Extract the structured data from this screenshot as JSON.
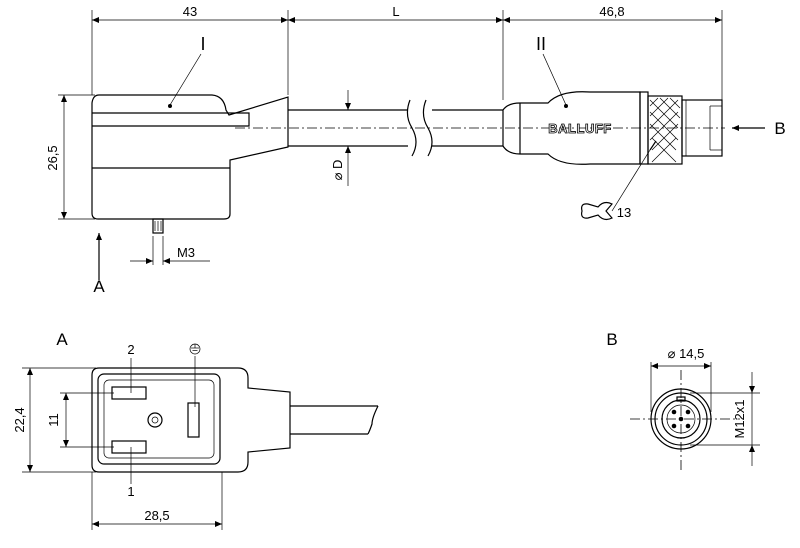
{
  "dimensions": {
    "dim_43": "43",
    "dim_L": "L",
    "dim_46_8": "46,8",
    "dim_26_5": "26,5",
    "dim_D": "⌀ D",
    "dim_M3": "M3",
    "dim_22_4": "22,4",
    "dim_11": "11",
    "dim_28_5": "28,5",
    "dim_14_5": "⌀ 14,5",
    "dim_M12x1": "M12x1"
  },
  "labels": {
    "part_I": "I",
    "part_II": "II",
    "view_A_arrow": "A",
    "view_B_arrow": "B",
    "view_A_title": "A",
    "view_B_title": "B",
    "wrench_size": "13",
    "pin_1": "1",
    "pin_2": "2",
    "ground_symbol": "⏚"
  },
  "brand": {
    "logo_text": "BALLUFF"
  }
}
